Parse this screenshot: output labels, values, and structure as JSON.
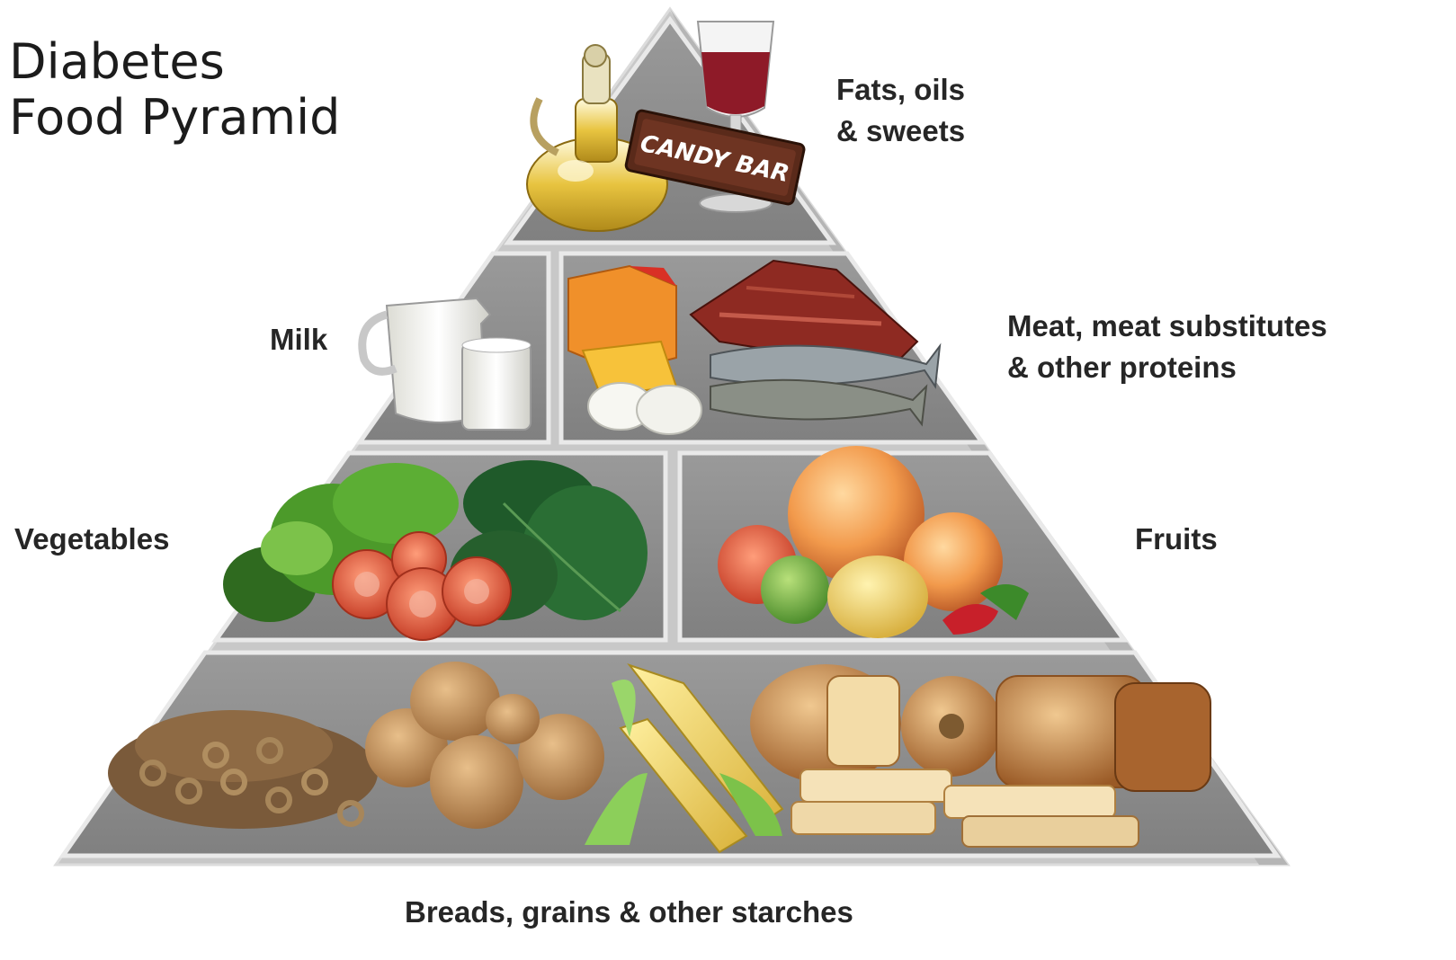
{
  "title": {
    "line1": "Diabetes",
    "line2": "Food Pyramid"
  },
  "groups": {
    "fats": {
      "line1": "Fats, oils",
      "line2": "& sweets"
    },
    "milk": {
      "label": "Milk"
    },
    "meat": {
      "line1": "Meat, meat substitutes",
      "line2": "& other proteins"
    },
    "vegetables": {
      "label": "Vegetables"
    },
    "fruits": {
      "label": "Fruits"
    },
    "starches": {
      "label": "Breads, grains & other starches"
    }
  },
  "candy_bar_text": "CANDY BAR",
  "colors": {
    "pyramid_frame": "#c9c9c9",
    "panel": "#8c8c8c",
    "panel_edge": "#e6e6e6",
    "text": "#262626"
  }
}
